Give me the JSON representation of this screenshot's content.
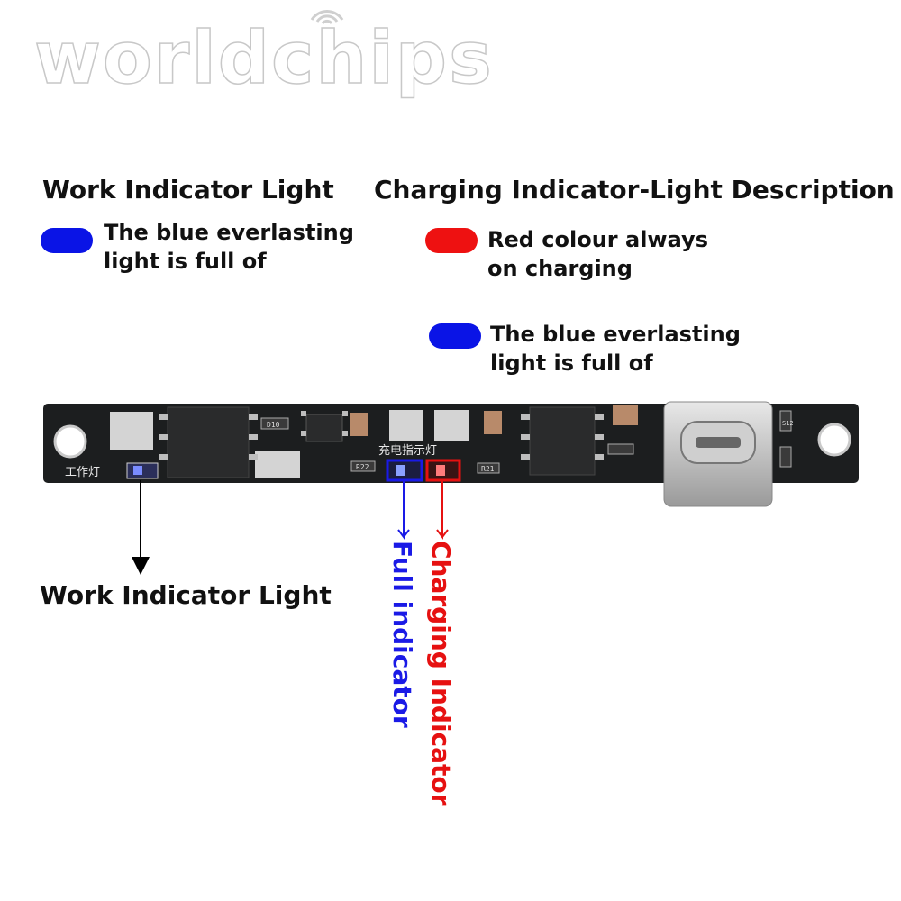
{
  "watermark": {
    "brand": "worldchips"
  },
  "left_panel": {
    "title": "Work Indicator Light",
    "items": [
      {
        "color": "#0a14e6",
        "line1": "The blue everlasting",
        "line2": "light is full of"
      }
    ]
  },
  "right_panel": {
    "title": "Charging Indicator-Light Description",
    "items": [
      {
        "color": "#ee1111",
        "line1": "Red colour always",
        "line2": "on charging"
      },
      {
        "color": "#0a14e6",
        "line1": "The blue everlasting",
        "line2": "light is full of"
      }
    ]
  },
  "board": {
    "silk_work": "工作灯",
    "silk_charge": "充电指示灯",
    "comp_codes": [
      "D10",
      "R22",
      "R21",
      "S12"
    ]
  },
  "callouts": {
    "work_label": "Work Indicator Light",
    "full_label": "Full indicator",
    "charging_label": "Charging Indicator",
    "full_color": "#1a1ae6",
    "charging_color": "#e61111"
  }
}
